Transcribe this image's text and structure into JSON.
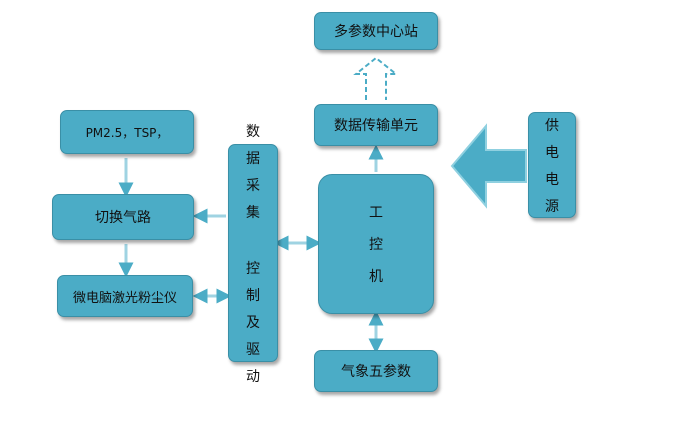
{
  "nodes": {
    "center": "多参数中心站",
    "transmit": "数据传输单元",
    "power": [
      "供",
      "电",
      "电",
      "源"
    ],
    "pm": "PM2.5，TSP，",
    "switch": "切换气路",
    "dust": "微电脑激光粉尘仪",
    "acq_top": [
      "数",
      "据",
      "采",
      "集"
    ],
    "acq_bottom": [
      "控",
      "制",
      "及",
      "驱",
      "动"
    ],
    "ipc": [
      "工",
      "控",
      "机"
    ],
    "weather": "气象五参数"
  },
  "colors": {
    "box": "#4bacc6",
    "arrow": "#4bacc6"
  }
}
